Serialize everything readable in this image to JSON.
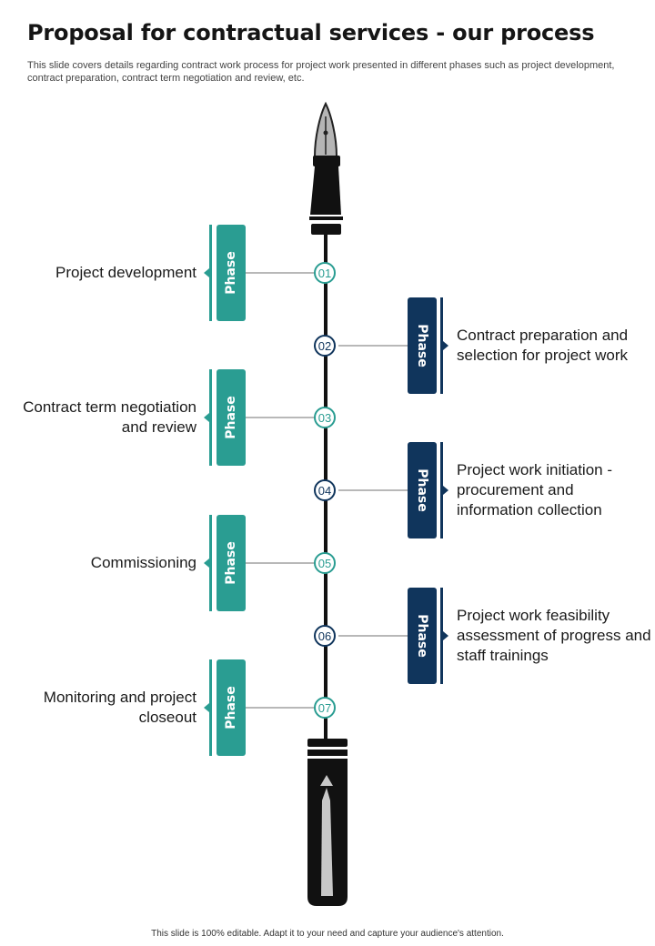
{
  "title": "Proposal for contractual services  -  our process",
  "subtitle": "This slide covers details regarding contract work process for project work presented in different phases such as project development, contract preparation, contract term negotiation and review, etc.",
  "footer": "This slide is 100% editable.  Adapt it to your need and capture your audience's attention.",
  "colors": {
    "teal": "#2a9d92",
    "navy": "#10355c",
    "connector": "#b8b8b8",
    "pen": "#111111"
  },
  "steps": [
    {
      "number": "01",
      "tab_label": "Phase",
      "description": "Project development",
      "side": "left",
      "color": "teal"
    },
    {
      "number": "02",
      "tab_label": "Phase",
      "description": "Contract preparation and selection for project work",
      "side": "right",
      "color": "navy"
    },
    {
      "number": "03",
      "tab_label": "Phase",
      "description": "Contract term negotiation and review",
      "side": "left",
      "color": "teal"
    },
    {
      "number": "04",
      "tab_label": "Phase",
      "description": "Project work initiation - procurement and information collection",
      "side": "right",
      "color": "navy"
    },
    {
      "number": "05",
      "tab_label": "Phase",
      "description": "Commissioning",
      "side": "left",
      "color": "teal"
    },
    {
      "number": "06",
      "tab_label": "Phase",
      "description": "Project work feasibility assessment of progress and staff trainings",
      "side": "right",
      "color": "navy"
    },
    {
      "number": "07",
      "tab_label": "Phase",
      "description": "Monitoring and project closeout",
      "side": "left",
      "color": "teal"
    }
  ]
}
